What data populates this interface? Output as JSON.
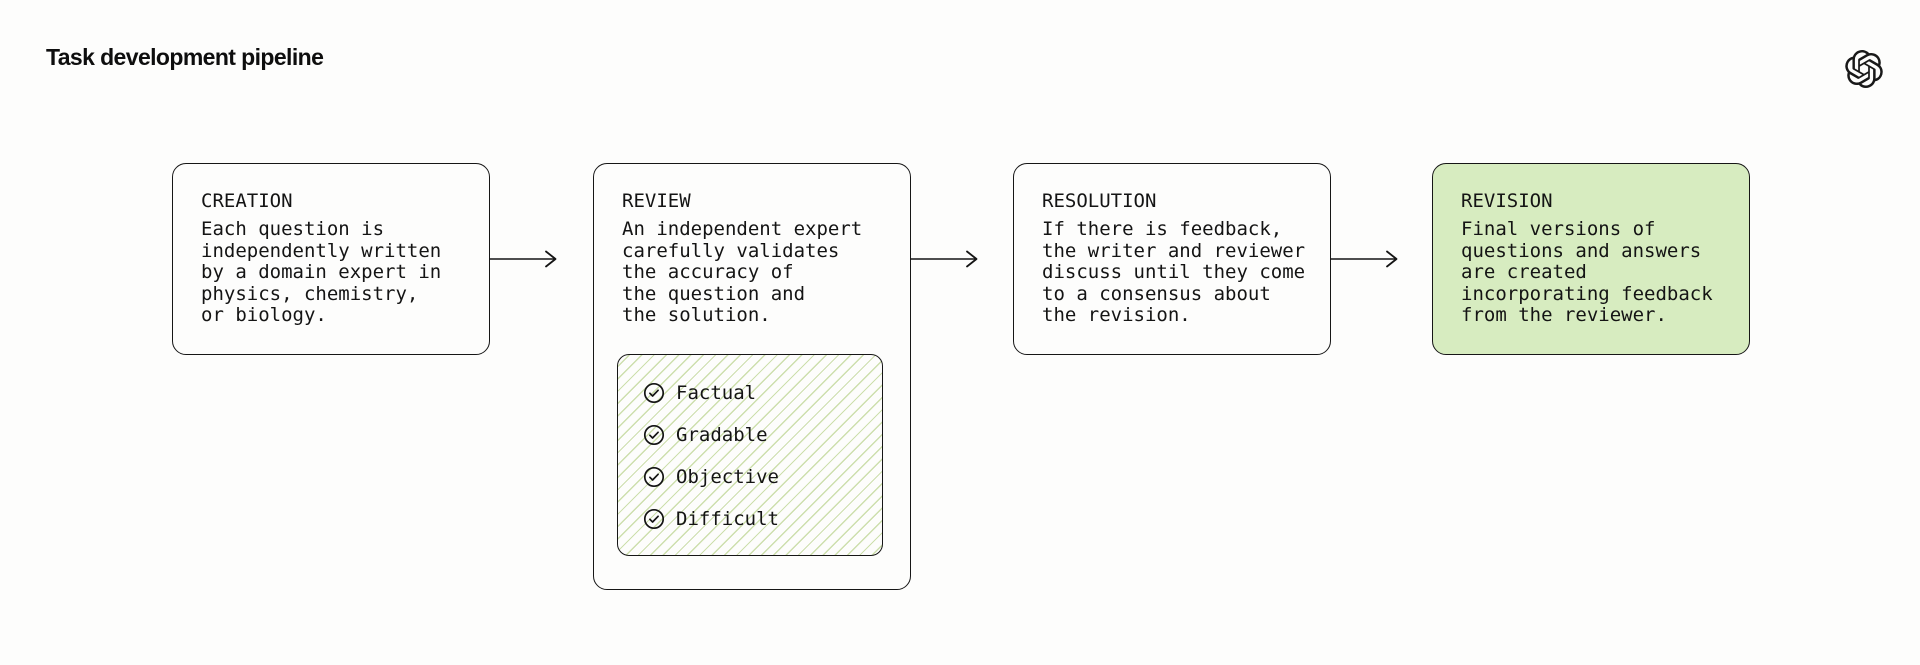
{
  "page": {
    "title": "Task development pipeline",
    "logo_icon": "openai-logo"
  },
  "pipeline": {
    "stages": [
      {
        "id": "creation",
        "heading": "CREATION",
        "body": "Each question is\nindependently written\nby a domain expert in\nphysics, chemistry,\nor biology.",
        "highlighted": false
      },
      {
        "id": "review",
        "heading": "REVIEW",
        "body": "An independent expert\ncarefully validates\nthe accuracy of\nthe question and\nthe solution.",
        "highlighted": false,
        "checklist": [
          "Factual",
          "Gradable",
          "Objective",
          "Difficult"
        ]
      },
      {
        "id": "resolution",
        "heading": "RESOLUTION",
        "body": "If there is feedback,\nthe writer and reviewer\ndiscuss until they come\nto a consensus about\nthe revision.",
        "highlighted": false
      },
      {
        "id": "revision",
        "heading": "REVISION",
        "body": "Final versions of\nquestions and answers\nare created\nincorporating feedback\nfrom the reviewer.",
        "highlighted": true
      }
    ]
  },
  "colors": {
    "background": "#fdfdfc",
    "border": "#161616",
    "text": "#141414",
    "highlight_green": "#d7ecc0",
    "hatch_green": "#cddfad"
  }
}
